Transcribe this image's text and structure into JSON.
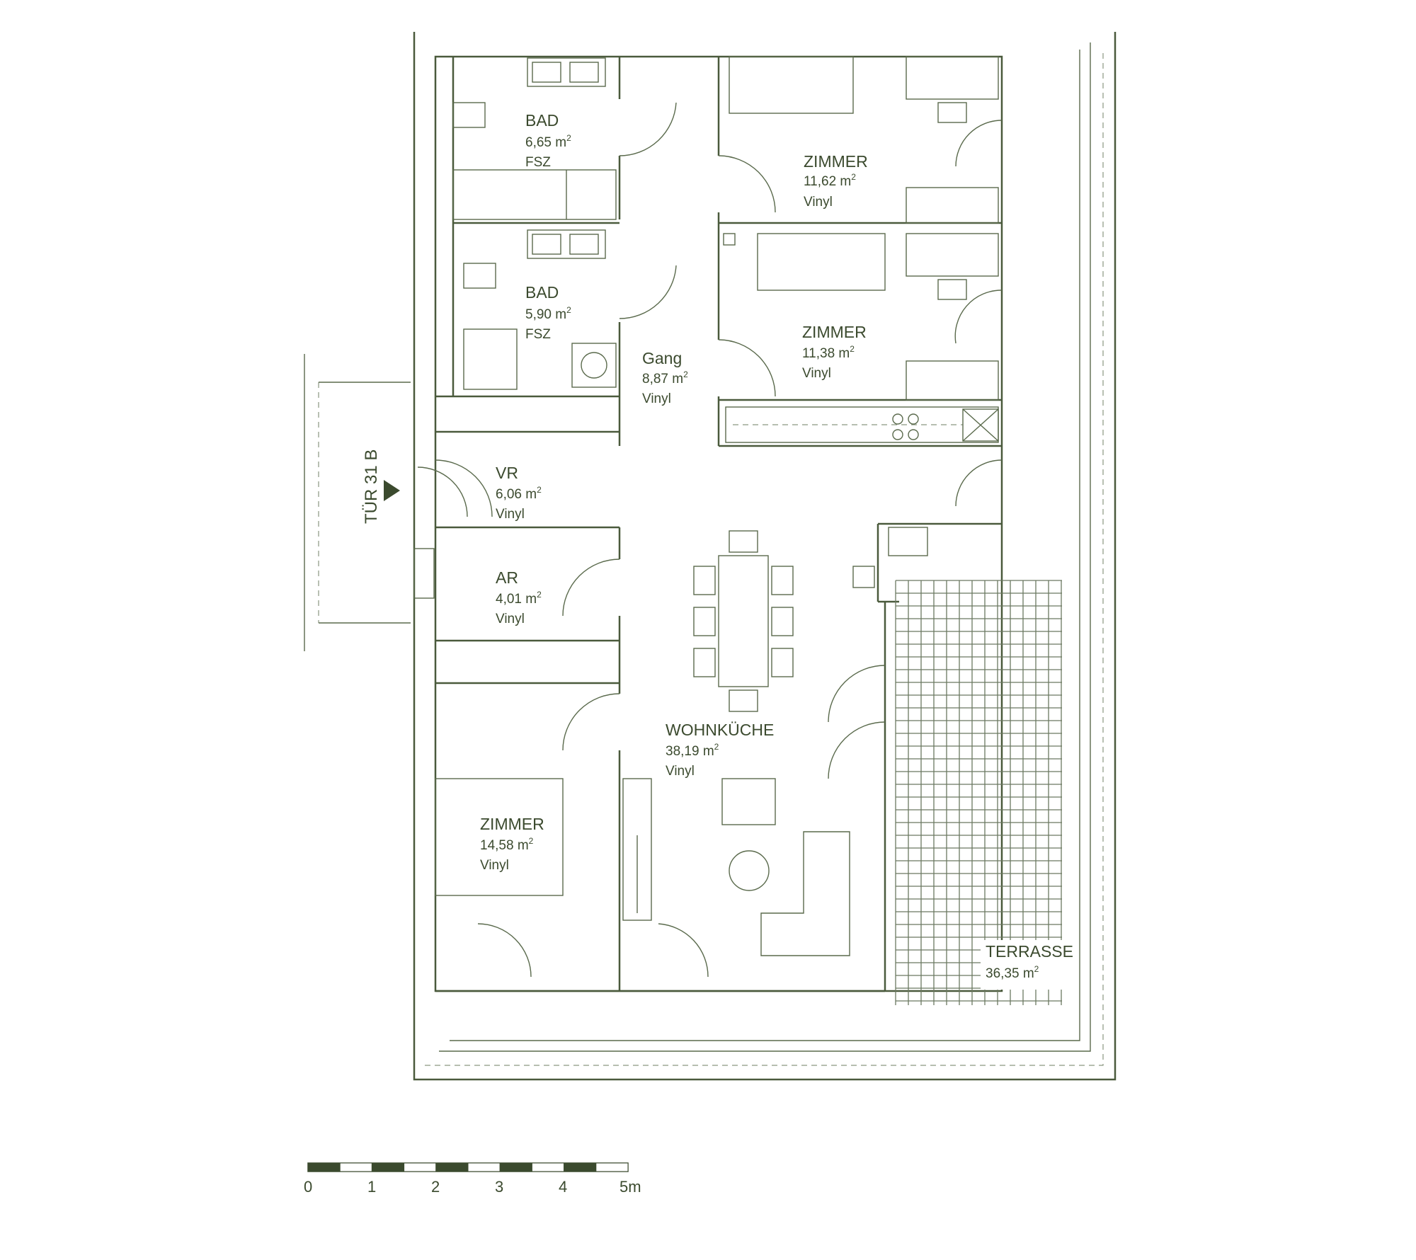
{
  "rooms": {
    "bad1": {
      "name": "BAD",
      "area": "6,65 m",
      "sup": "2",
      "floor": "FSZ"
    },
    "bad2": {
      "name": "BAD",
      "area": "5,90 m",
      "sup": "2",
      "floor": "FSZ"
    },
    "zimmer1": {
      "name": "ZIMMER",
      "area": "11,62 m",
      "sup": "2",
      "floor": "Vinyl"
    },
    "zimmer2": {
      "name": "ZIMMER",
      "area": "11,38 m",
      "sup": "2",
      "floor": "Vinyl"
    },
    "gang": {
      "name": "Gang",
      "area": "8,87 m",
      "sup": "2",
      "floor": "Vinyl"
    },
    "vr": {
      "name": "VR",
      "area": "6,06 m",
      "sup": "2",
      "floor": "Vinyl"
    },
    "ar": {
      "name": "AR",
      "area": "4,01 m",
      "sup": "2",
      "floor": "Vinyl"
    },
    "wohnkueche": {
      "name": "WOHNKÜCHE",
      "area": "38,19 m",
      "sup": "2",
      "floor": "Vinyl"
    },
    "zimmer3": {
      "name": "ZIMMER",
      "area": "14,58 m",
      "sup": "2",
      "floor": "Vinyl"
    },
    "terrasse": {
      "name": "TERRASSE",
      "area": "36,35 m",
      "sup": "2"
    }
  },
  "entrance": {
    "label": "TÜR 31 B"
  },
  "scale": {
    "ticks": [
      "0",
      "1",
      "2",
      "3",
      "4",
      "5m"
    ]
  },
  "colors": {
    "line": "#4a5a3c",
    "text": "#3b4a2e",
    "scale_dark": "#3b4a2e"
  }
}
